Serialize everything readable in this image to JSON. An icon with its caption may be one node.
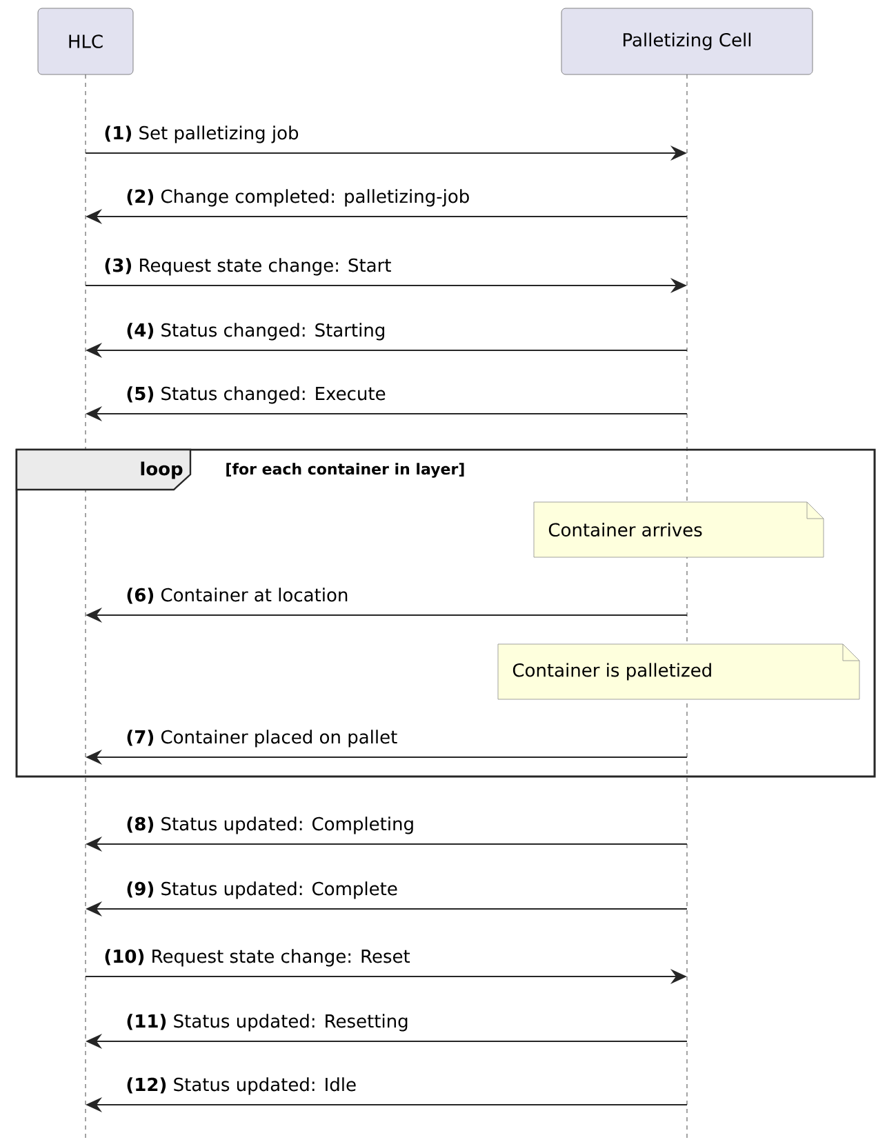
{
  "diagram": {
    "nodes": [
      {
        "text": [
          "HLC"
        ]
      },
      {
        "text": [
          "Palletizing Cell"
        ]
      },
      {
        "text": [
          "loop",
          "[for each container in layer]"
        ]
      },
      {
        "text": [
          "Container arrives"
        ],
        "in": 2
      },
      {
        "text": [
          "Container is palletized"
        ],
        "in": 2
      }
    ],
    "edges": [
      {
        "from": 0,
        "to": 1,
        "arrow": "to",
        "label": "**(1)** Set palletizing job"
      },
      {
        "from": 1,
        "to": 0,
        "arrow": "to",
        "label": "**(2)** Change completed: palletizing-job"
      },
      {
        "from": 0,
        "to": 1,
        "arrow": "to",
        "label": "**(3)** Request state change: Start"
      },
      {
        "from": 1,
        "to": 0,
        "arrow": "to",
        "label": "**(4)** Status changed: Starting"
      },
      {
        "from": 1,
        "to": 0,
        "arrow": "to",
        "label": "**(5)** Status changed: Execute"
      },
      {
        "from": 1,
        "to": 0,
        "arrow": "to",
        "label": "**(6)** Container at location"
      },
      {
        "from": 1,
        "to": 0,
        "arrow": "to",
        "label": "**(7)** Container placed on pallet"
      },
      {
        "from": 1,
        "to": 0,
        "arrow": "to",
        "label": "**(8)** Status updated: Completing"
      },
      {
        "from": 1,
        "to": 0,
        "arrow": "to",
        "label": "**(9)** Status updated: Complete"
      },
      {
        "from": 0,
        "to": 1,
        "arrow": "to",
        "label": "**(10)** Request state change: Reset"
      },
      {
        "from": 1,
        "to": 0,
        "arrow": "to",
        "label": "**(11)** Status updated: Resetting"
      },
      {
        "from": 1,
        "to": 0,
        "arrow": "to",
        "label": "**(12)** Status updated: Idle"
      }
    ]
  }
}
